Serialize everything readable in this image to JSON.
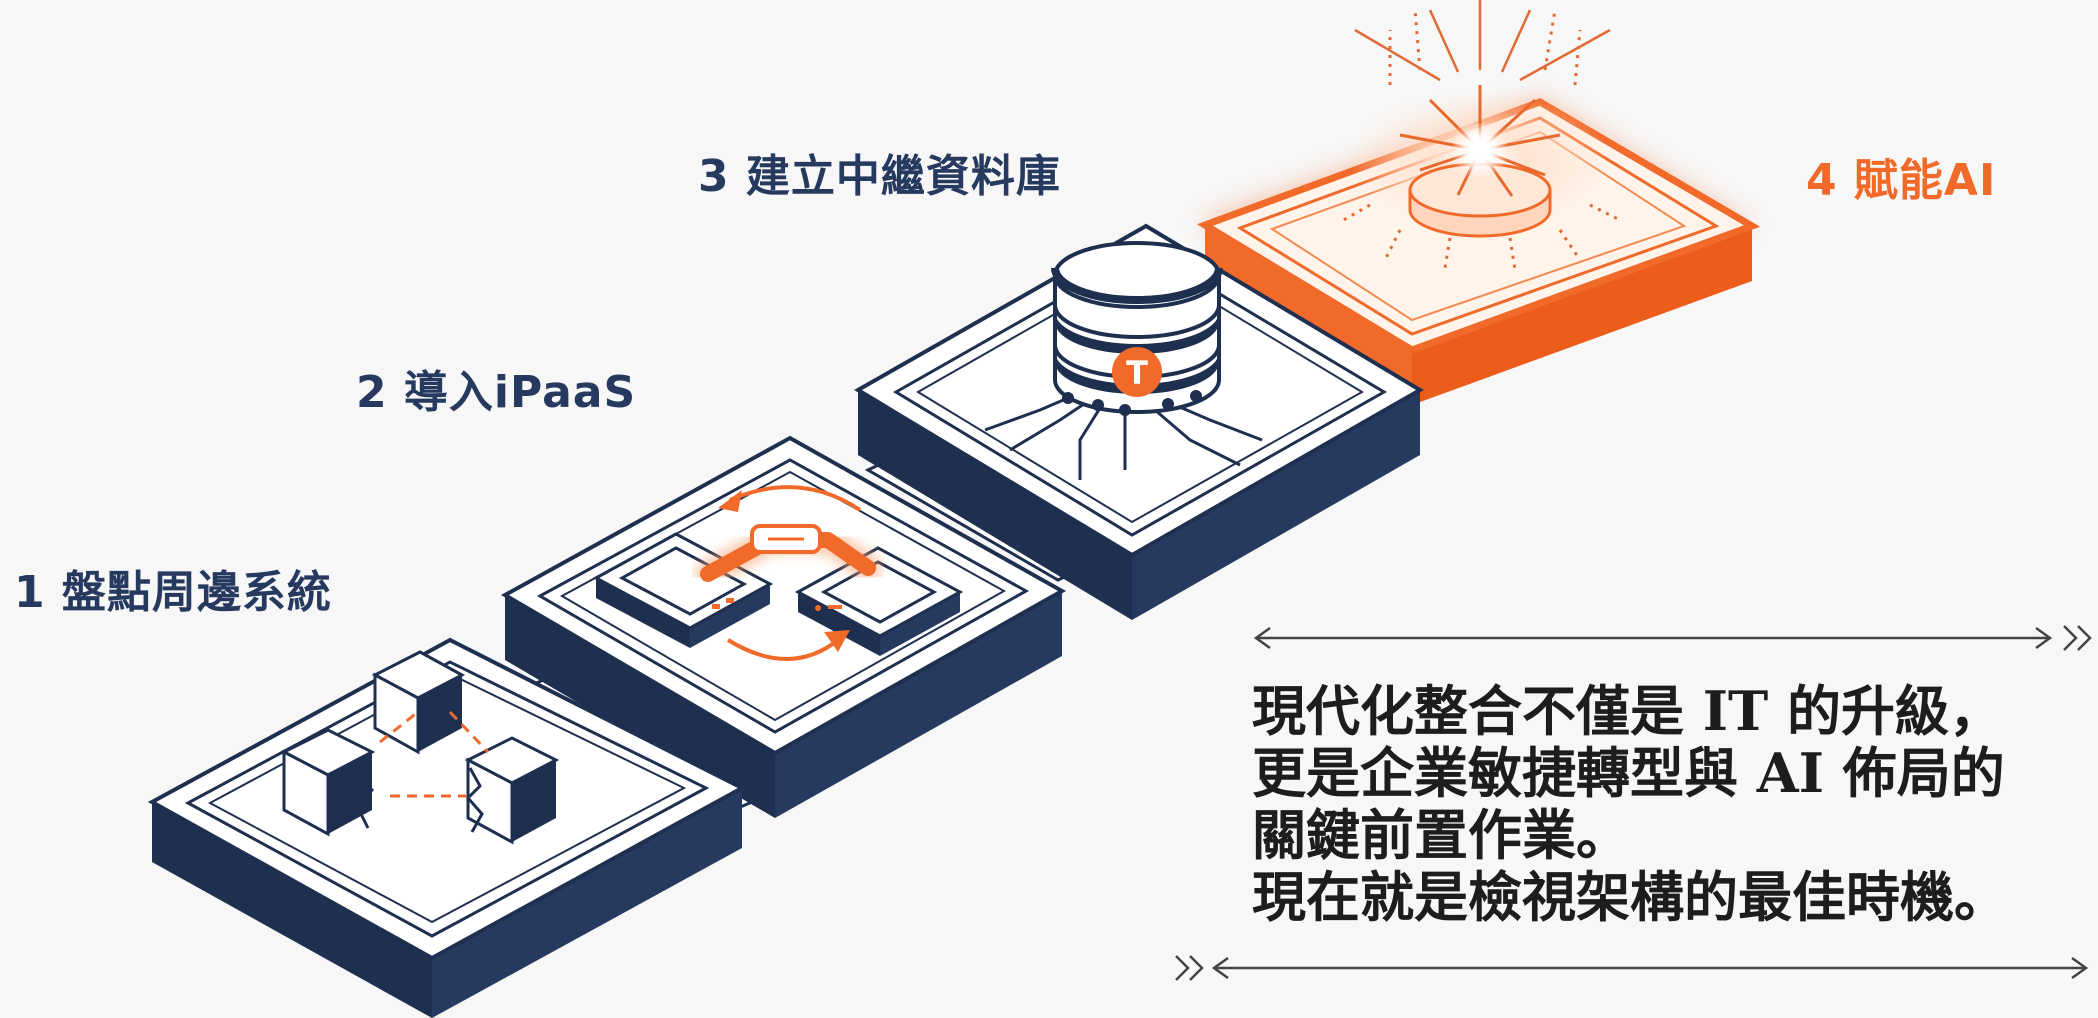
{
  "steps": [
    {
      "number": "1",
      "label": "1 盤點周邊系統"
    },
    {
      "number": "2",
      "label": "2 導入iPaaS"
    },
    {
      "number": "3",
      "label": "3 建立中繼資料庫"
    },
    {
      "number": "4",
      "label": "4 賦能AI"
    }
  ],
  "database_badge": "T",
  "message": {
    "lines": [
      "現代化整合不僅是 IT 的升級，",
      "更是企業敏捷轉型與 AI 佈局的",
      "關鍵前置作業。",
      "現在就是檢視架構的最佳時機。"
    ]
  },
  "colors": {
    "navy": "#26395f",
    "orange": "#f26a2a",
    "background": "#f7f7f7"
  }
}
